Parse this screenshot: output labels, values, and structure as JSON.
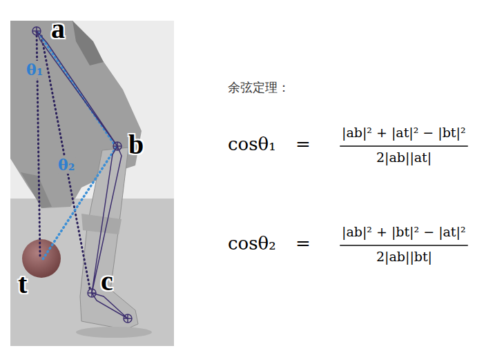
{
  "diagram": {
    "labels": [
      "a",
      "θ₁",
      "b",
      "θ₂",
      "t",
      "c",
      "余弦定理：",
      "cosθ₁",
      "=",
      "|ab|² + |at|² − |bt|²",
      "2|ab||at|",
      "cosθ₂",
      "=",
      "|ab|² + |bt|² − |at|²",
      "2|ab||bt|"
    ]
  }
}
